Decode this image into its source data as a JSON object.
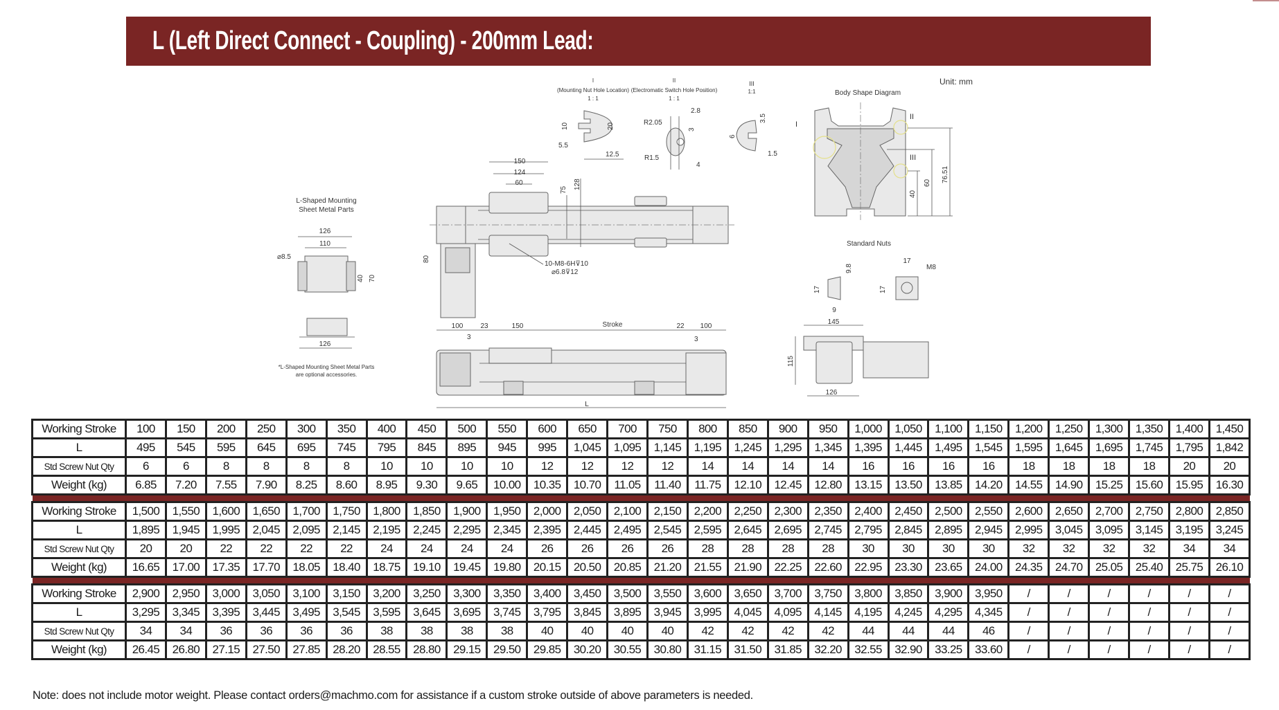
{
  "header": {
    "title": "L (Left Direct Connect - Coupling) - 200mm Lead:",
    "accent_color": "#7a2524"
  },
  "drawing": {
    "unit": "Unit: mm",
    "body_shape_title": "Body Shape Diagram",
    "body_dims": {
      "d76": "76.51",
      "d60": "60",
      "d40": "40",
      "I": "I",
      "II": "II",
      "III": "III"
    },
    "detail_I": {
      "roman": "I",
      "caption": "(Mounting Nut Hole Location)",
      "scale": "1 : 1",
      "d10": "10",
      "d20": "20",
      "d5_5": "5.5",
      "d12_5": "12.5"
    },
    "detail_II": {
      "roman": "II",
      "caption": "(Electromatic Switch Hole Position)",
      "scale": "1 : 1",
      "r205": "R2.05",
      "r15": "R1.5",
      "d28": "2.8",
      "d3": "3",
      "d4": "4"
    },
    "detail_III": {
      "roman": "III",
      "scale": "1:1",
      "d35": "3.5",
      "d6": "6",
      "d15": "1.5"
    },
    "l_bracket": {
      "title1": "L-Shaped Mounting",
      "title2": "Sheet Metal Parts",
      "d126": "126",
      "d110": "110",
      "hole": "⌀8.5",
      "d40": "40",
      "d70": "70",
      "d126b": "126",
      "foot1": "*L-Shaped Mounting Sheet Metal Parts",
      "foot2": "are optional accessories."
    },
    "top_view": {
      "d150": "150",
      "d124": "124",
      "d60": "60",
      "d75": "75",
      "d128": "128",
      "d80": "80",
      "thread1": "10-M8-6H⊽10",
      "thread2": "⌀6.8⊽12"
    },
    "side_view": {
      "d100a": "100",
      "d23": "23",
      "d150": "150",
      "stroke": "Stroke",
      "d22": "22",
      "d100b": "100",
      "d3a": "3",
      "d3b": "3",
      "L": "L"
    },
    "nuts": {
      "title": "Standard Nuts",
      "d17a": "17",
      "d98": "9.8",
      "d9": "9",
      "d17b": "17",
      "m8": "M8",
      "d17c": "17"
    },
    "end_view": {
      "d145": "145",
      "d115": "115",
      "d126": "126"
    }
  },
  "table": {
    "row_labels": [
      "Working Stroke",
      "L",
      "Std Screw Nut Qty",
      "Weight (kg)"
    ],
    "blocks": [
      {
        "working_stroke": [
          "100",
          "150",
          "200",
          "250",
          "300",
          "350",
          "400",
          "450",
          "500",
          "550",
          "600",
          "650",
          "700",
          "750",
          "800",
          "850",
          "900",
          "950",
          "1,000",
          "1,050",
          "1,100",
          "1,150",
          "1,200",
          "1,250",
          "1,300",
          "1,350",
          "1,400",
          "1,450"
        ],
        "L": [
          "495",
          "545",
          "595",
          "645",
          "695",
          "745",
          "795",
          "845",
          "895",
          "945",
          "995",
          "1,045",
          "1,095",
          "1,145",
          "1,195",
          "1,245",
          "1,295",
          "1,345",
          "1,395",
          "1,445",
          "1,495",
          "1,545",
          "1,595",
          "1,645",
          "1,695",
          "1,745",
          "1,795",
          "1,842"
        ],
        "nut_qty": [
          "6",
          "6",
          "8",
          "8",
          "8",
          "8",
          "10",
          "10",
          "10",
          "10",
          "12",
          "12",
          "12",
          "12",
          "14",
          "14",
          "14",
          "14",
          "16",
          "16",
          "16",
          "16",
          "18",
          "18",
          "18",
          "18",
          "20",
          "20"
        ],
        "weight": [
          "6.85",
          "7.20",
          "7.55",
          "7.90",
          "8.25",
          "8.60",
          "8.95",
          "9.30",
          "9.65",
          "10.00",
          "10.35",
          "10.70",
          "11.05",
          "11.40",
          "11.75",
          "12.10",
          "12.45",
          "12.80",
          "13.15",
          "13.50",
          "13.85",
          "14.20",
          "14.55",
          "14.90",
          "15.25",
          "15.60",
          "15.95",
          "16.30"
        ]
      },
      {
        "working_stroke": [
          "1,500",
          "1,550",
          "1,600",
          "1,650",
          "1,700",
          "1,750",
          "1,800",
          "1,850",
          "1,900",
          "1,950",
          "2,000",
          "2,050",
          "2,100",
          "2,150",
          "2,200",
          "2,250",
          "2,300",
          "2,350",
          "2,400",
          "2,450",
          "2,500",
          "2,550",
          "2,600",
          "2,650",
          "2,700",
          "2,750",
          "2,800",
          "2,850"
        ],
        "L": [
          "1,895",
          "1,945",
          "1,995",
          "2,045",
          "2,095",
          "2,145",
          "2,195",
          "2,245",
          "2,295",
          "2,345",
          "2,395",
          "2,445",
          "2,495",
          "2,545",
          "2,595",
          "2,645",
          "2,695",
          "2,745",
          "2,795",
          "2,845",
          "2,895",
          "2,945",
          "2,995",
          "3,045",
          "3,095",
          "3,145",
          "3,195",
          "3,245"
        ],
        "nut_qty": [
          "20",
          "20",
          "22",
          "22",
          "22",
          "22",
          "24",
          "24",
          "24",
          "24",
          "26",
          "26",
          "26",
          "26",
          "28",
          "28",
          "28",
          "28",
          "30",
          "30",
          "30",
          "30",
          "32",
          "32",
          "32",
          "32",
          "34",
          "34"
        ],
        "weight": [
          "16.65",
          "17.00",
          "17.35",
          "17.70",
          "18.05",
          "18.40",
          "18.75",
          "19.10",
          "19.45",
          "19.80",
          "20.15",
          "20.50",
          "20.85",
          "21.20",
          "21.55",
          "21.90",
          "22.25",
          "22.60",
          "22.95",
          "23.30",
          "23.65",
          "24.00",
          "24.35",
          "24.70",
          "25.05",
          "25.40",
          "25.75",
          "26.10"
        ]
      },
      {
        "working_stroke": [
          "2,900",
          "2,950",
          "3,000",
          "3,050",
          "3,100",
          "3,150",
          "3,200",
          "3,250",
          "3,300",
          "3,350",
          "3,400",
          "3,450",
          "3,500",
          "3,550",
          "3,600",
          "3,650",
          "3,700",
          "3,750",
          "3,800",
          "3,850",
          "3,900",
          "3,950",
          "/",
          "/",
          "/",
          "/",
          "/",
          "/"
        ],
        "L": [
          "3,295",
          "3,345",
          "3,395",
          "3,445",
          "3,495",
          "3,545",
          "3,595",
          "3,645",
          "3,695",
          "3,745",
          "3,795",
          "3,845",
          "3,895",
          "3,945",
          "3,995",
          "4,045",
          "4,095",
          "4,145",
          "4,195",
          "4,245",
          "4,295",
          "4,345",
          "/",
          "/",
          "/",
          "/",
          "/",
          "/"
        ],
        "nut_qty": [
          "34",
          "34",
          "36",
          "36",
          "36",
          "36",
          "38",
          "38",
          "38",
          "38",
          "40",
          "40",
          "40",
          "40",
          "42",
          "42",
          "42",
          "42",
          "44",
          "44",
          "44",
          "46",
          "/",
          "/",
          "/",
          "/",
          "/",
          "/"
        ],
        "weight": [
          "26.45",
          "26.80",
          "27.15",
          "27.50",
          "27.85",
          "28.20",
          "28.55",
          "28.80",
          "29.15",
          "29.50",
          "29.85",
          "30.20",
          "30.55",
          "30.80",
          "31.15",
          "31.50",
          "31.85",
          "32.20",
          "32.55",
          "32.90",
          "33.25",
          "33.60",
          "/",
          "/",
          "/",
          "/",
          "/",
          "/"
        ]
      }
    ]
  },
  "footer": {
    "note": "Note: does not include motor weight. Please contact orders@machmo.com for assistance if a custom stroke outside of above parameters is needed."
  }
}
